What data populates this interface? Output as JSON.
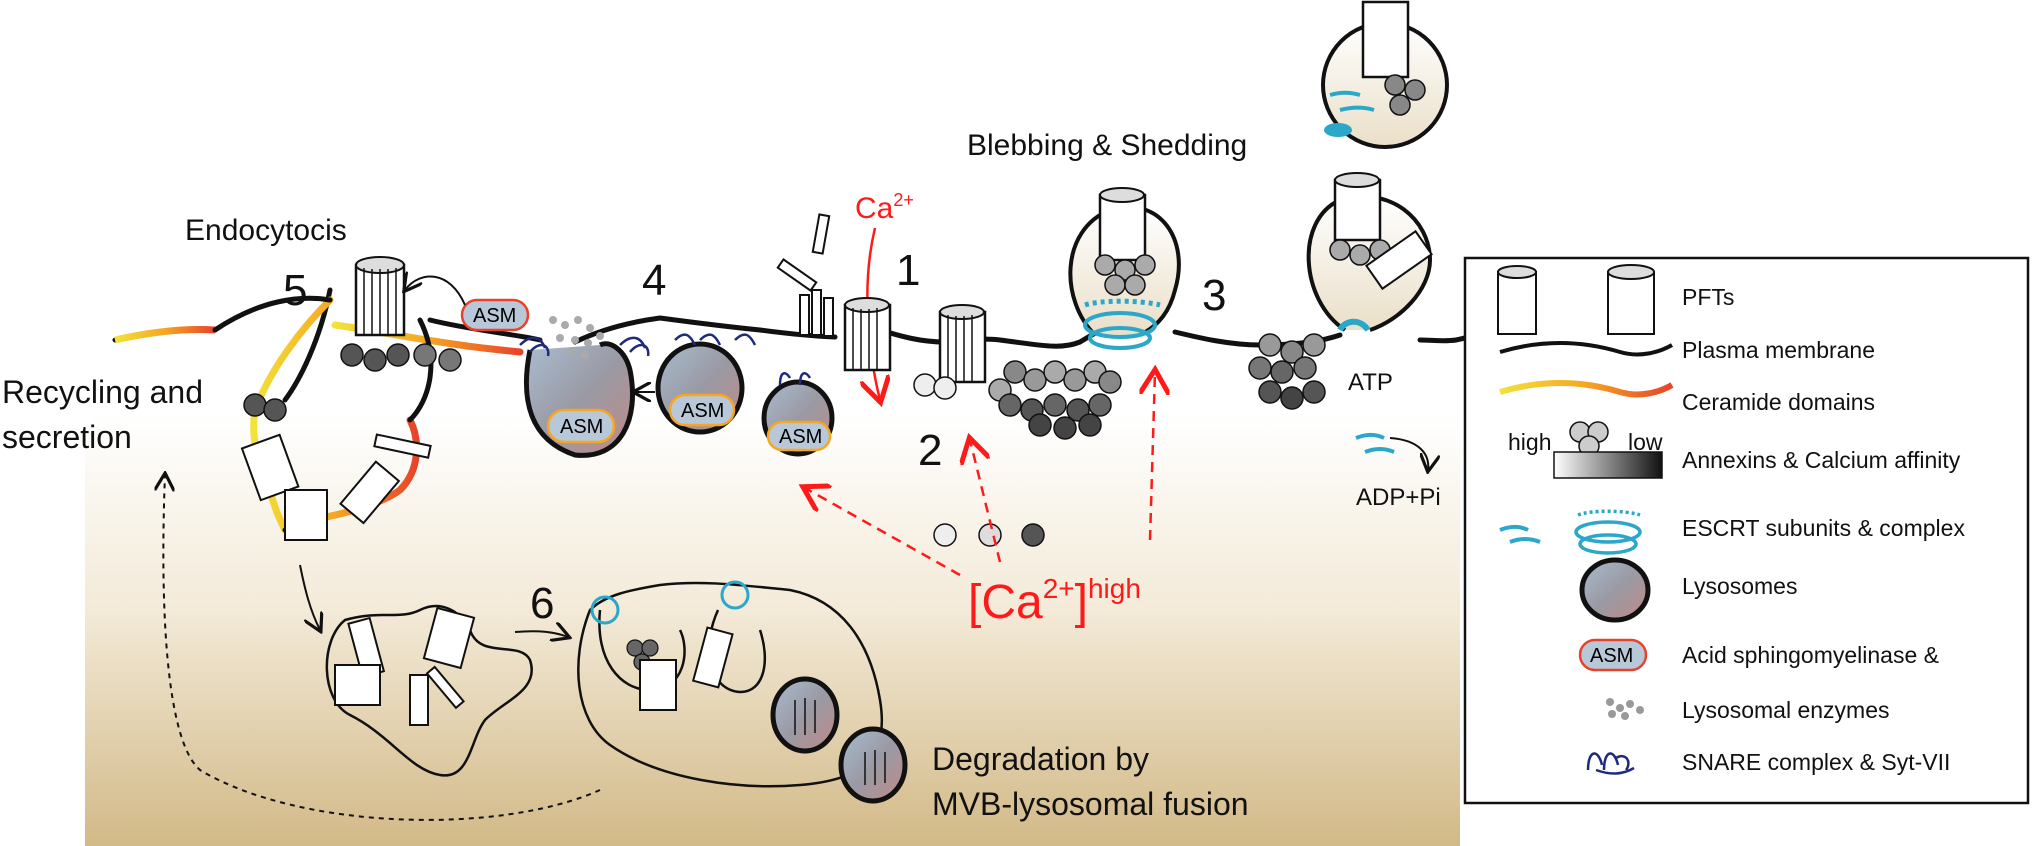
{
  "steps": {
    "s1": "1",
    "s2": "2",
    "s3": "3",
    "s4": "4",
    "s5": "5",
    "s6": "6"
  },
  "labels": {
    "endocytosis": "Endocytocis",
    "blebbing": "Blebbing & Shedding",
    "recycling_line1": "Recycling and",
    "recycling_line2": "secretion",
    "degradation_line1": "Degradation by",
    "degradation_line2": "MVB-lysosomal fusion",
    "asm": "ASM",
    "atp": "ATP",
    "adp": "ADP+Pi",
    "ca_top": "Ca",
    "ca_top_sup": "2+",
    "ca_high_open": "[Ca",
    "ca_high_sup": "2+",
    "ca_high_close": "]",
    "ca_high_suffix": "high"
  },
  "legend": {
    "high": "high",
    "low": "low",
    "items": {
      "pft": "PFTs",
      "membrane": "Plasma membrane",
      "ceramide": "Ceramide domains",
      "annexin": "Annexins & Calcium affinity",
      "escrt": "ESCRT subunits & complex",
      "lysosome": "Lysosomes",
      "asm": "Acid sphingomyelinase &",
      "enzymes": "Lysosomal enzymes",
      "snare": "SNARE complex & Syt-VII"
    }
  },
  "colors": {
    "calcium": "#ff1a1a",
    "escrt": "#2aa7c9",
    "snare": "#1f2a7a",
    "ceramide_high": "#f2e23a",
    "ceramide_mid": "#f5a623",
    "ceramide_low": "#e8432a",
    "cytoplasm_bottom": "#d2b987"
  }
}
